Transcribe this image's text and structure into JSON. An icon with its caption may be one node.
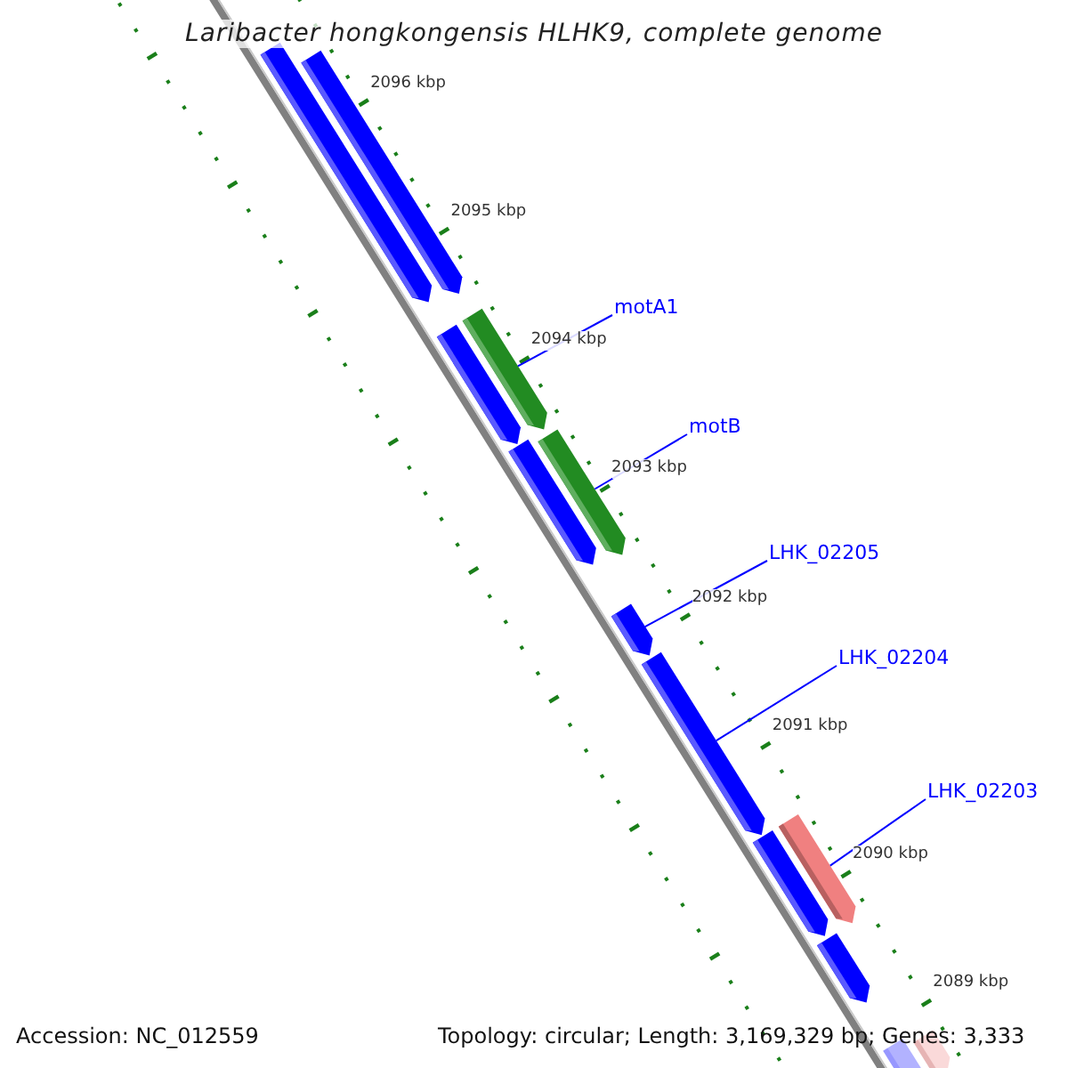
{
  "diagram": {
    "title": "Laribacter hongkongensis HLHK9, complete genome",
    "nodes": [
      {
        "text": [],
        "shape": "bar"
      },
      {
        "text": [],
        "shape": "bar"
      },
      {
        "text": [
          "motA1"
        ]
      },
      {
        "text": [],
        "shape": "bar"
      },
      {
        "text": [],
        "shape": "bar"
      },
      {
        "text": [
          "motB"
        ]
      },
      {
        "text": [],
        "shape": "bar"
      },
      {
        "text": [],
        "shape": "bar"
      },
      {
        "text": [
          "LHK_02205"
        ]
      },
      {
        "text": [],
        "shape": "bar"
      },
      {
        "text": [
          "LHK_02204"
        ]
      },
      {
        "text": [],
        "shape": "bar"
      },
      {
        "text": [
          "LHK_02203"
        ]
      },
      {
        "text": [],
        "shape": "bar"
      },
      {
        "text": [],
        "shape": "bar"
      },
      {
        "text": [],
        "shape": "bar"
      },
      {
        "text": [],
        "shape": "bar"
      },
      {
        "text": [],
        "shape": "bar"
      }
    ],
    "edges": [
      {
        "from": 2,
        "to": 3,
        "arrow": "none"
      },
      {
        "from": 5,
        "to": 6,
        "arrow": "none"
      },
      {
        "from": 8,
        "to": 9,
        "arrow": "none"
      },
      {
        "from": 10,
        "to": 11,
        "arrow": "none"
      },
      {
        "from": 12,
        "to": 13,
        "arrow": "none"
      }
    ],
    "labels": [
      "2096 kbp",
      "2095 kbp",
      "2094 kbp",
      "2093 kbp",
      "2092 kbp",
      "2091 kbp",
      "2090 kbp",
      "2089 kbp",
      "Accession: NC_012559",
      "Topology: circular; Length: 3,169,329 bp; Genes: 3,333"
    ]
  }
}
